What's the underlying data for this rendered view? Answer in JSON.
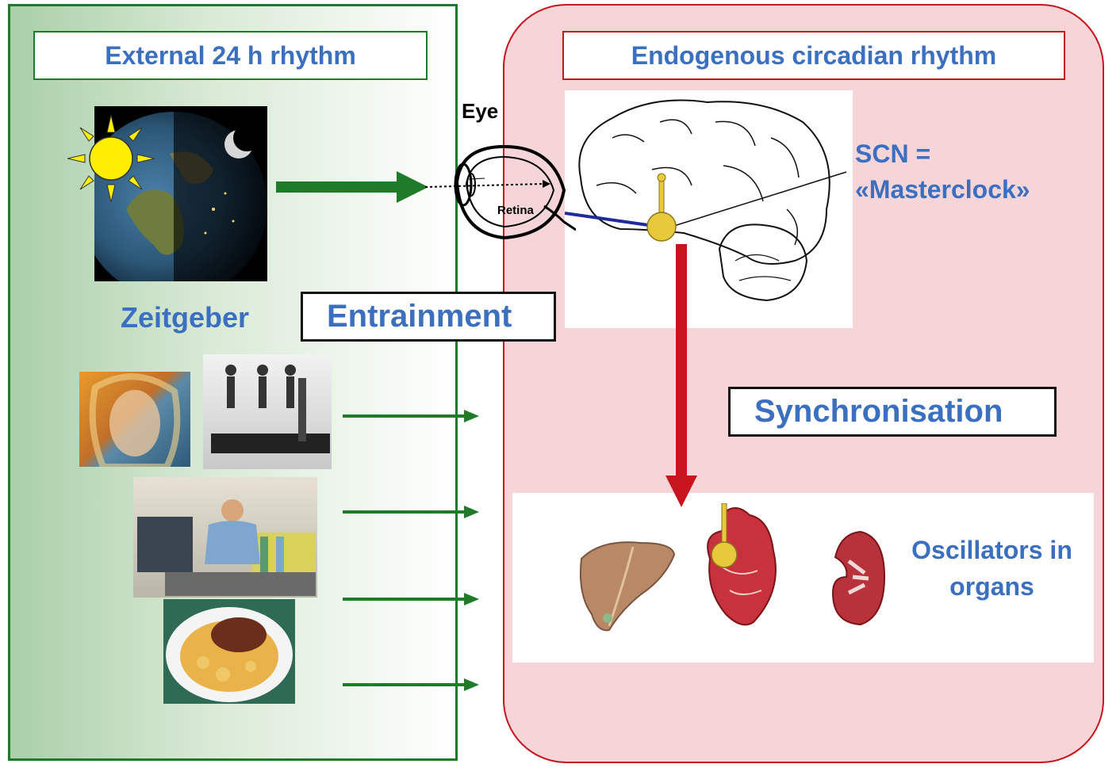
{
  "external": {
    "title": "External 24 h rhythm",
    "zeitgeber_label": "Zeitgeber"
  },
  "endogenous": {
    "title": "Endogenous circadian rhythm",
    "scn_line1": "SCN =",
    "scn_line2": "«Masterclock»",
    "oscillators_line1": "Oscillators in",
    "oscillators_line2": "organs"
  },
  "eye": {
    "label": "Eye",
    "retina_label": "Retina"
  },
  "processes": {
    "entrainment": "Entrainment",
    "synchronisation": "Synchronisation"
  },
  "icons": [
    "earth-sun-moon-icon",
    "eye-icon",
    "brain-icon",
    "liver-icon",
    "heart-icon",
    "kidney-icon"
  ],
  "colors": {
    "green": "#1f7a2a",
    "red": "#c8141e",
    "label_blue": "#3b6fc0",
    "gold": "#e8c93a"
  }
}
